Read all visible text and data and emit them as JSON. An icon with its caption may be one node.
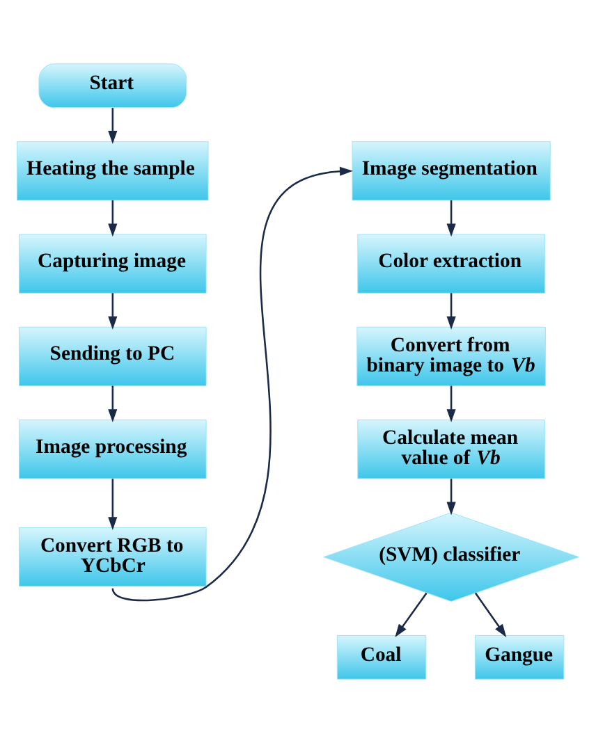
{
  "diagram": {
    "nodes": [
      {
        "text": [
          "Start"
        ]
      },
      {
        "text": [
          "Heating the sample"
        ]
      },
      {
        "text": [
          "Capturing image"
        ]
      },
      {
        "text": [
          "Sending to PC"
        ]
      },
      {
        "text": [
          "Image processing"
        ]
      },
      {
        "text": [
          "Convert RGB to YCbCr"
        ]
      },
      {
        "text": [
          "Image segmentation"
        ]
      },
      {
        "text": [
          "Color extraction"
        ]
      },
      {
        "text": [
          "Convert from binary image to *Vb*"
        ]
      },
      {
        "text": [
          "Calculate mean value of *Vb*"
        ]
      },
      {
        "text": [
          "(SVM) classifier"
        ]
      },
      {
        "text": [
          "Coal"
        ]
      },
      {
        "text": [
          "Gangue"
        ]
      }
    ],
    "edges": [
      {
        "from": 0,
        "to": 1,
        "arrow": "to"
      },
      {
        "from": 1,
        "to": 2,
        "arrow": "to"
      },
      {
        "from": 2,
        "to": 3,
        "arrow": "to"
      },
      {
        "from": 3,
        "to": 4,
        "arrow": "to"
      },
      {
        "from": 4,
        "to": 5,
        "arrow": "to"
      },
      {
        "from": 5,
        "to": 6,
        "arrow": "to"
      },
      {
        "from": 6,
        "to": 7,
        "arrow": "to"
      },
      {
        "from": 7,
        "to": 8,
        "arrow": "to"
      },
      {
        "from": 8,
        "to": 9,
        "arrow": "to"
      },
      {
        "from": 9,
        "to": 10,
        "arrow": "to"
      },
      {
        "from": 10,
        "to": 11,
        "arrow": "to"
      },
      {
        "from": 10,
        "to": 12,
        "arrow": "to"
      }
    ]
  }
}
